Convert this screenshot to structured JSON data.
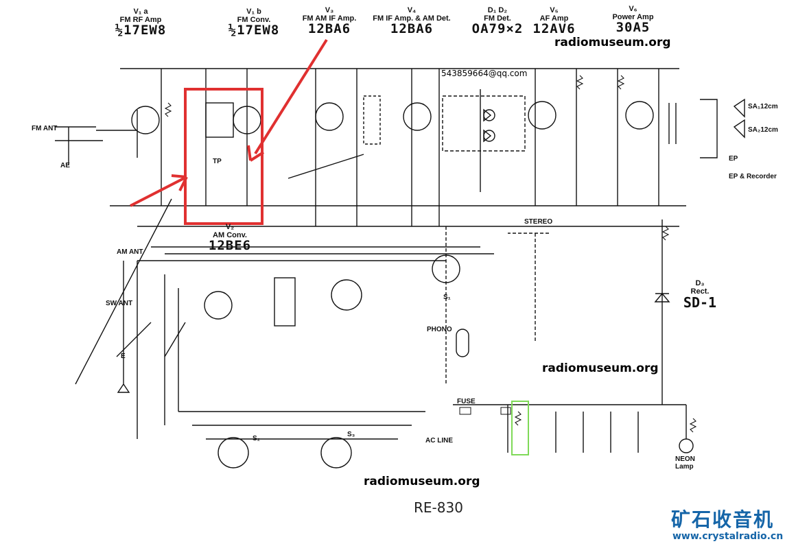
{
  "tubes": [
    {
      "id": "v1a",
      "symbol": "V₁ a",
      "function": "FM RF Amp",
      "type": "½17EW8"
    },
    {
      "id": "v1b",
      "symbol": "V₁ b",
      "function": "FM Conv.",
      "type": "½17EW8"
    },
    {
      "id": "v3",
      "symbol": "V₃",
      "function": "FM AM IF Amp.",
      "type": "12BA6"
    },
    {
      "id": "v4",
      "symbol": "V₄",
      "function": "FM IF Amp. & AM Det.",
      "type": "12BA6"
    },
    {
      "id": "d1d2",
      "symbol": "D₁ D₂",
      "function": "FM Det.",
      "type": "OA79×2"
    },
    {
      "id": "v5",
      "symbol": "V₅",
      "function": "AF Amp",
      "type": "12AV6"
    },
    {
      "id": "v6",
      "symbol": "V₆",
      "function": "Power Amp",
      "type": "30A5"
    },
    {
      "id": "v2",
      "symbol": "V₂",
      "function": "AM Conv.",
      "type": "12BE6"
    }
  ],
  "rectifier": {
    "symbol": "D₃",
    "function": "Rect.",
    "type": "SD-1"
  },
  "watermarks": [
    "radiomuseum.org",
    "radiomuseum.org",
    "radiomuseum.org"
  ],
  "email": "543859664@qq.com",
  "labels": {
    "fm_ant": "FM ANT",
    "ae": "AE",
    "am_ant": "AM ANT",
    "sw_ant": "SW ANT",
    "e": "E",
    "tp": "TP",
    "stereo": "STEREO",
    "phono": "PHONO",
    "fuse": "FUSE",
    "ac_line": "AC LINE",
    "neon_lamp": "NEON Lamp",
    "sa1": "SA₁12cm",
    "sa2": "SA₂12cm",
    "ep": "EP",
    "ep_recorder": "EP & Recorder",
    "s1": "S₁",
    "s2": "S₂",
    "s3": "S₃"
  },
  "model": "RE-830",
  "brand": {
    "name": "矿石收音机",
    "url": "www.crystalradio.cn"
  },
  "colors": {
    "highlight": "#e03030",
    "green_box": "#7ed957",
    "brand": "#1565a8",
    "ink": "#111111"
  }
}
